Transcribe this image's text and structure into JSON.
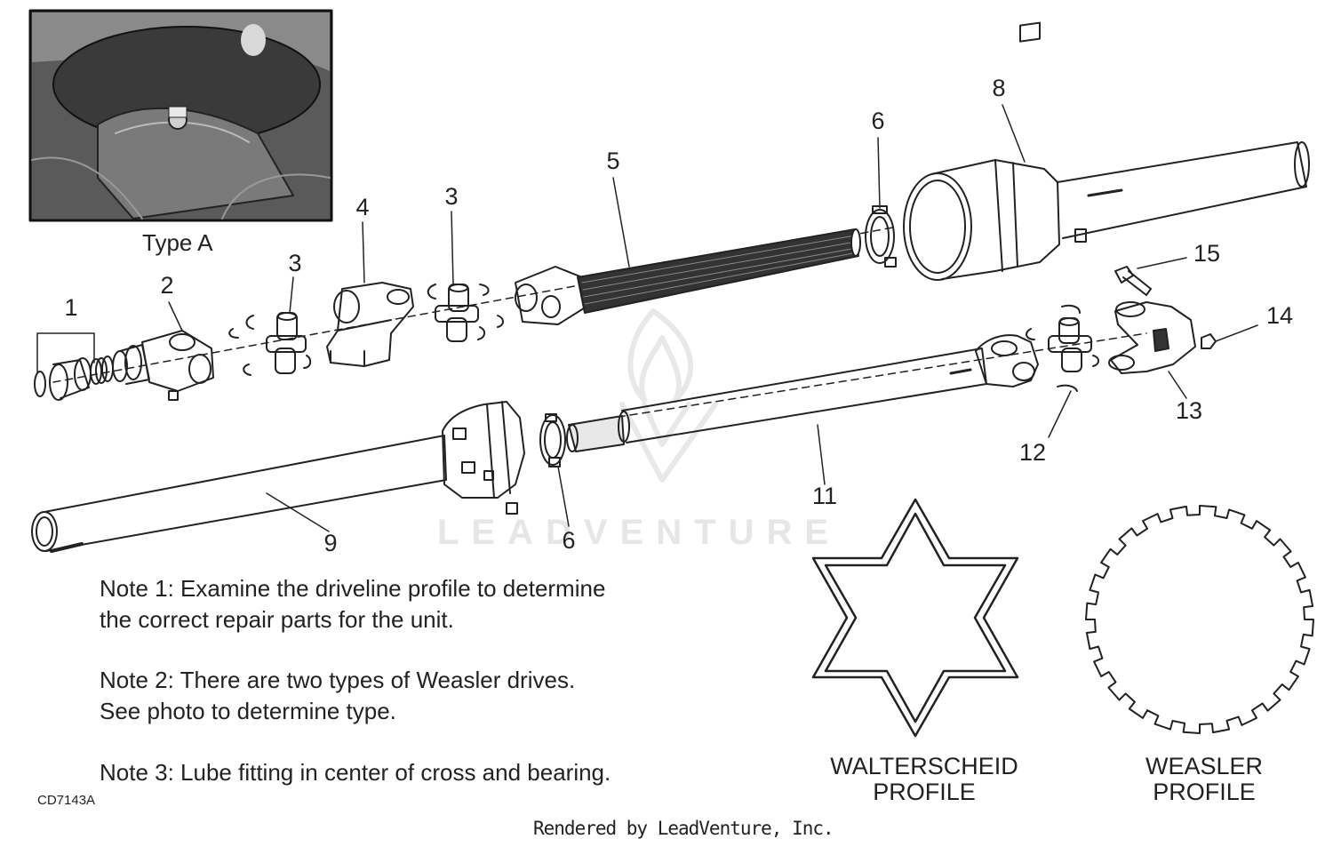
{
  "photo": {
    "caption": "Type A"
  },
  "callouts": [
    "1",
    "2",
    "3",
    "4",
    "3",
    "5",
    "6",
    "8",
    "15",
    "14",
    "13",
    "12",
    "11",
    "9",
    "6"
  ],
  "notes": {
    "note1_line1": "Note 1:  Examine the driveline profile to determine",
    "note1_line2": "the correct repair parts for the unit.",
    "note2_line1": "Note 2:  There are two types of Weasler drives.",
    "note2_line2": "See photo to determine type.",
    "note3_line1": "Note 3:  Lube fitting in center of cross and bearing."
  },
  "profiles": {
    "walterscheid_line1": "WALTERSCHEID",
    "walterscheid_line2": "PROFILE",
    "weasler_line1": "WEASLER",
    "weasler_line2": "PROFILE"
  },
  "figure_code": "CD7143A",
  "footer": "Rendered by LeadVenture, Inc.",
  "watermark": "LEADVENTURE"
}
